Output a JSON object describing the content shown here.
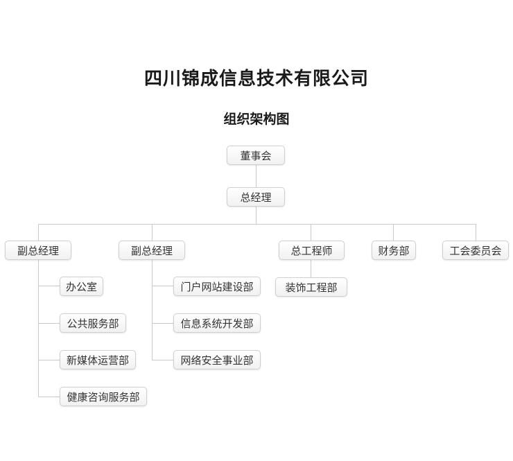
{
  "title": "四川锦成信息技术有限公司",
  "subtitle": "组织架构图",
  "nodes": {
    "board": "董事会",
    "gm": "总经理",
    "vp1": "副总经理",
    "vp2": "副总经理",
    "chief_engineer": "总工程师",
    "finance": "财务部",
    "union": "工会委员会",
    "office": "办公室",
    "public_service": "公共服务部",
    "new_media": "新媒体运营部",
    "health_consult": "健康咨询服务部",
    "portal": "门户网站建设部",
    "info_dev": "信息系统开发部",
    "network_security": "网络安全事业部",
    "decoration": "装饰工程部"
  }
}
